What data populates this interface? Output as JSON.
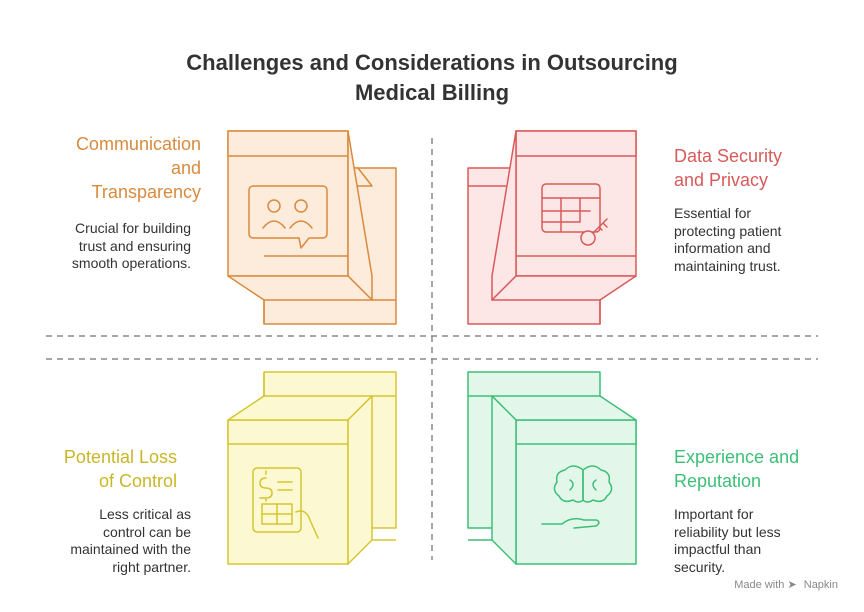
{
  "title": {
    "line1": "Challenges and Considerations in Outsourcing",
    "line2": "Medical Billing"
  },
  "quadrants": {
    "top_left": {
      "heading_lines": [
        "Communication",
        "and",
        "Transparency"
      ],
      "desc_lines": [
        "Crucial for building",
        "trust and ensuring",
        "smooth operations."
      ],
      "color": "#D98A3D",
      "fill": "#FDEBDC",
      "icon": "chat-people-icon"
    },
    "top_right": {
      "heading_lines": [
        "Data Security",
        "and Privacy"
      ],
      "desc_lines": [
        "Essential for",
        "protecting patient",
        "information and",
        "maintaining trust."
      ],
      "color": "#D85A5A",
      "fill": "#FDE6E6",
      "icon": "table-key-icon"
    },
    "bottom_left": {
      "heading_lines": [
        "Potential Loss",
        "of Control"
      ],
      "desc_lines": [
        "Less critical as",
        "control can be",
        "maintained with the",
        "right partner."
      ],
      "color": "#D6C531",
      "fill": "#FBF8D2",
      "icon": "invoice-hand-icon"
    },
    "bottom_right": {
      "heading_lines": [
        "Experience and",
        "Reputation"
      ],
      "desc_lines": [
        "Important for",
        "reliability but less",
        "impactful than",
        "security."
      ],
      "color": "#3DBF77",
      "fill": "#E2F7EA",
      "icon": "brain-hand-icon"
    }
  },
  "footer": {
    "made_with": "Made with",
    "brand": "Napkin"
  }
}
